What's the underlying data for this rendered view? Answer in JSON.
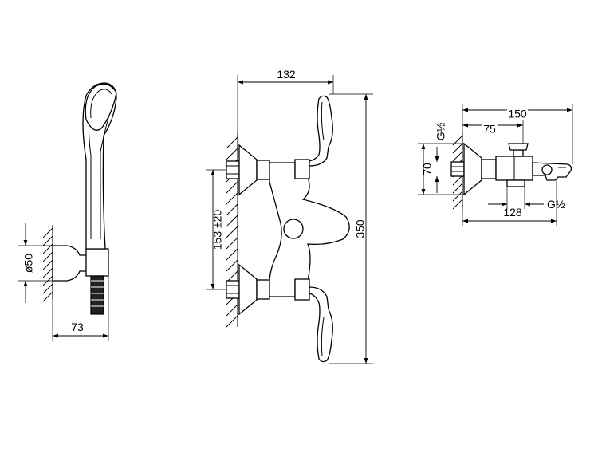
{
  "dimensions": {
    "handshower_width": "73",
    "handshower_diameter": "ø50",
    "mixer_handle_offset": "132",
    "mixer_centre_distance": "153 ±20",
    "mixer_height": "350",
    "spout_length": "150",
    "spout_body_offset": "75",
    "spout_height": "70",
    "spout_outlet_length": "128",
    "inlet_thread": "G½",
    "outlet_thread": "G½"
  }
}
